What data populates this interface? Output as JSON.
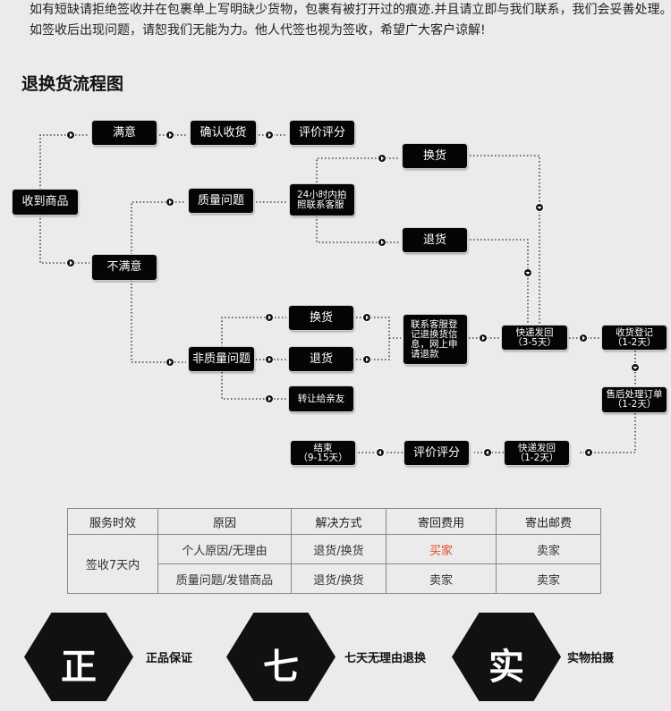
{
  "notice": {
    "line1": "如有短缺请拒绝签收并在包裹单上写明缺少货物，包裹有被打开过的痕迹.并且请立即与我们联系，我们会妥善处理。",
    "line2": "如签收后出现问题，请恕我们无能为力。他人代签也视为签收，希望广大客户谅解!"
  },
  "section_title": "退换货流程图",
  "flow": {
    "received": "收到商品",
    "satisfied": "满意",
    "confirm": "确认收货",
    "review1": "评价评分",
    "not_satisfied": "不满意",
    "quality": "质量问题",
    "contact24": "24小时内拍\n照联系客服",
    "exchange1": "换货",
    "return1": "退货",
    "nonquality": "非质量问题",
    "exchange2": "换货",
    "return2": "退货",
    "transfer": "转让给亲友",
    "register": "联系客服登\n记退换货信\n息，网上申\n请退款",
    "ship_back": "快递发回\n（3-5天）",
    "receive_reg": "收货登记\n（1-2天）",
    "after_sale": "售后处理订单\n（1-2天）",
    "ship_out": "快递发回\n（1-2天）",
    "review2": "评价评分",
    "end": "结束\n（9-15天）"
  },
  "table": {
    "headers": [
      "服务时效",
      "原因",
      "解决方式",
      "寄回费用",
      "寄出邮费"
    ],
    "period": "签收7天内",
    "rows": [
      {
        "reason": "个人原因/无理由",
        "solution": "退货/换货",
        "return_fee": "买家",
        "ship_fee": "卖家"
      },
      {
        "reason": "质量问题/发错商品",
        "solution": "退货/换货",
        "return_fee": "卖家",
        "ship_fee": "卖家"
      }
    ],
    "highlight_color": "#e04a25"
  },
  "promos": [
    {
      "char": "正",
      "label": "正品保证"
    },
    {
      "char": "七",
      "label": "七天无理由退换"
    },
    {
      "char": "实",
      "label": "实物拍摄"
    }
  ]
}
